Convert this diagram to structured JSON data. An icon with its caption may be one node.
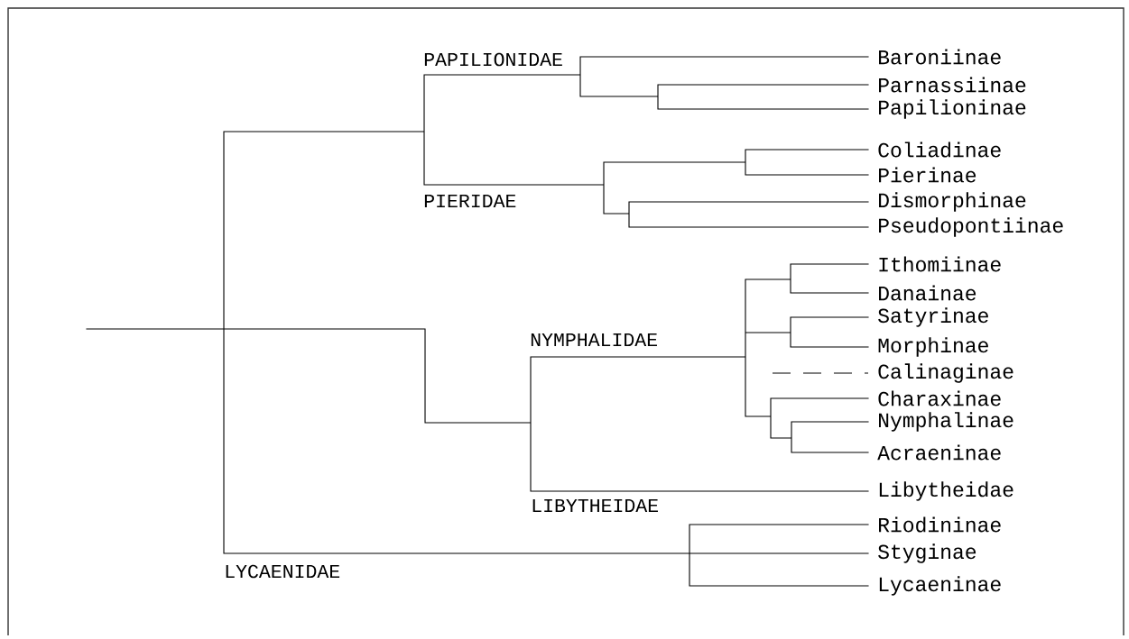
{
  "diagram": {
    "labels": [
      "PAPILIONIDAE",
      "Baroniinae",
      "Parnassiinae",
      "Papilioninae",
      "Coliadinae",
      "Pierinae",
      "PIERIDAE",
      "Dismorphinae",
      "Pseudopontiinae",
      "Ithomiinae",
      "Danainae",
      "Satyrinae",
      "NYMPHALIDAE",
      "Morphinae",
      "Calinaginae",
      "Charaxinae",
      "Nymphalinae",
      "Acraeninae",
      "Libytheidae",
      "LIBYTHEIDAE",
      "Riodininae",
      "Styginae",
      "LYCAENIDAE",
      "Lycaeninae"
    ]
  }
}
